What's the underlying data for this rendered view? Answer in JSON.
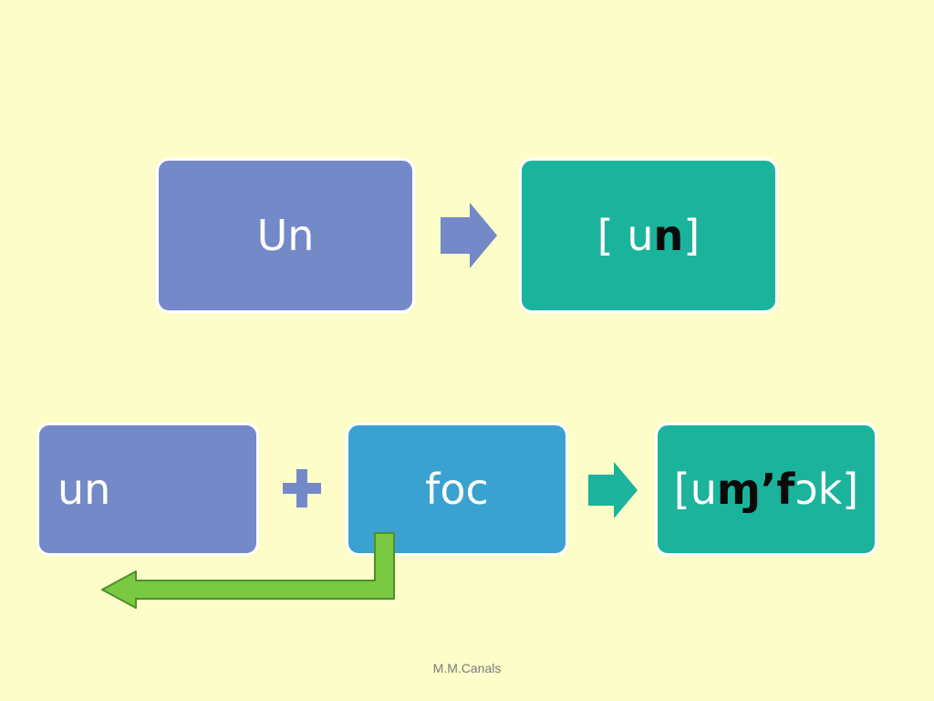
{
  "top_row": {
    "source": "Un",
    "result_prefix": "[ u",
    "result_bold": "n",
    "result_suffix": "]"
  },
  "bottom_row": {
    "term1": "un",
    "term2": "foc",
    "result_prefix": "[u",
    "result_bold": "ɱ’f",
    "result_suffix": "ɔk]"
  },
  "footer": "M.M.Canals",
  "colors": {
    "background": "#fdfdc9",
    "purple_box": "#7489c8",
    "teal_box": "#1cb39c",
    "blue_box": "#3aa2d0",
    "green_arrow": "#7ac943"
  },
  "icons": {
    "top_arrow": "right-arrow-icon",
    "plus": "plus-icon",
    "bottom_arrow": "right-arrow-icon",
    "bent_arrow": "bent-left-arrow-icon"
  }
}
